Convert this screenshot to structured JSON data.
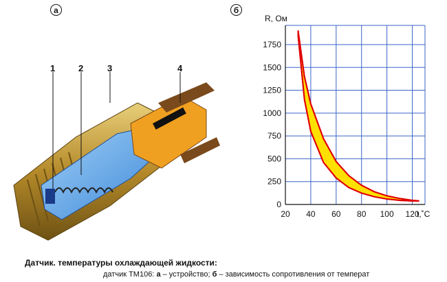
{
  "panels": {
    "a": "а",
    "b": "б"
  },
  "device": {
    "callouts": [
      "1",
      "2",
      "3",
      "4"
    ],
    "colors": {
      "brass": "#c9a24a",
      "blue": "#2a6fd6",
      "light_blue": "#7ab8ec",
      "orange": "#f0a020",
      "black": "#111111",
      "brown": "#7a4a1c"
    }
  },
  "chart_data": {
    "type": "area",
    "ylabel": "R, Ом",
    "xlabel": "t,˚C",
    "x_ticks": [
      20,
      40,
      60,
      80,
      100,
      120
    ],
    "y_ticks": [
      0,
      250,
      500,
      750,
      1000,
      1250,
      1500,
      1750
    ],
    "xlim": [
      20,
      130
    ],
    "ylim": [
      0,
      1900
    ],
    "grid": true,
    "fill_color": "#ffe000",
    "line_color": "#e00000",
    "grid_color": "#3a63c8",
    "series": [
      {
        "x": [
          30,
          35,
          40,
          50,
          60,
          70,
          80,
          90,
          100,
          110,
          120,
          125
        ],
        "values": [
          1900,
          1400,
          1100,
          720,
          470,
          315,
          210,
          140,
          95,
          65,
          45,
          40
        ]
      },
      {
        "x": [
          30,
          35,
          40,
          50,
          60,
          70,
          80,
          90,
          100,
          110,
          120,
          125
        ],
        "values": [
          1850,
          1150,
          800,
          460,
          290,
          185,
          125,
          85,
          60,
          45,
          38,
          38
        ]
      }
    ]
  },
  "caption": {
    "line1": "Датчик.  температуры охлаждающей жидкости:",
    "line2_prefix": "датчик ТМ106: ",
    "a_letter": "а",
    "a_text": " – устройство; ",
    "b_letter": "б",
    "b_text": " – зависимость сопротивления от температ"
  }
}
